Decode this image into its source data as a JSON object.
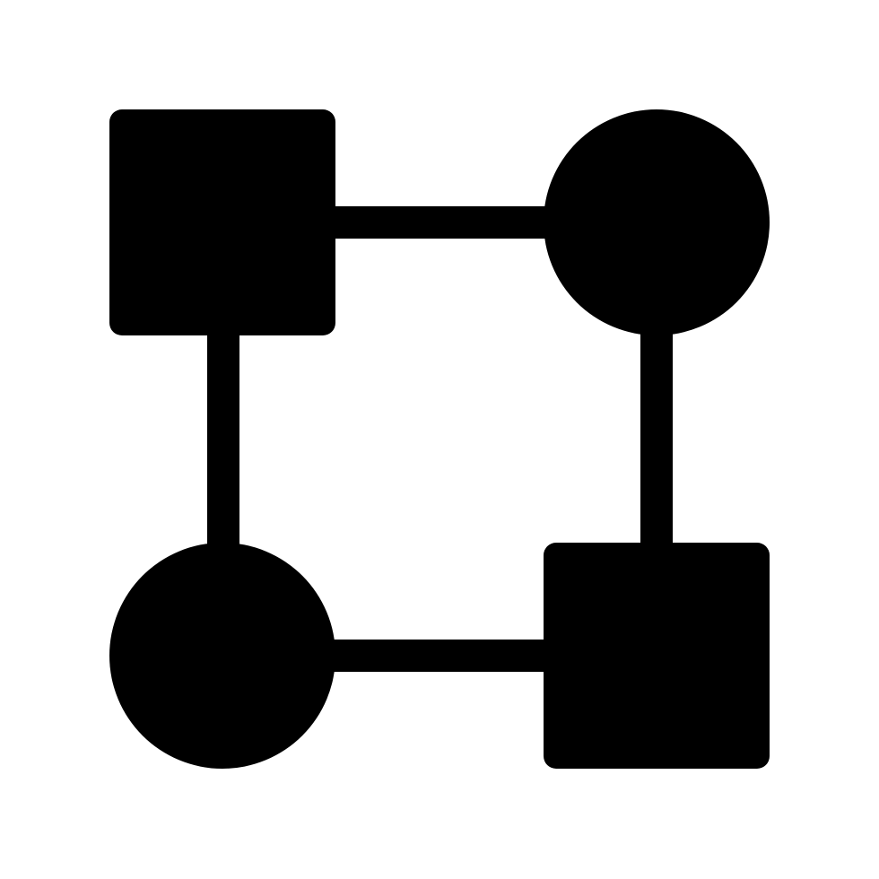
{
  "icon": {
    "name": "network-topology-icon",
    "fill_color": "#000000",
    "background_color": "#ffffff",
    "nodes": [
      {
        "shape": "square",
        "label": ""
      },
      {
        "shape": "circle",
        "label": ""
      },
      {
        "shape": "circle",
        "label": ""
      },
      {
        "shape": "square",
        "label": ""
      }
    ]
  }
}
